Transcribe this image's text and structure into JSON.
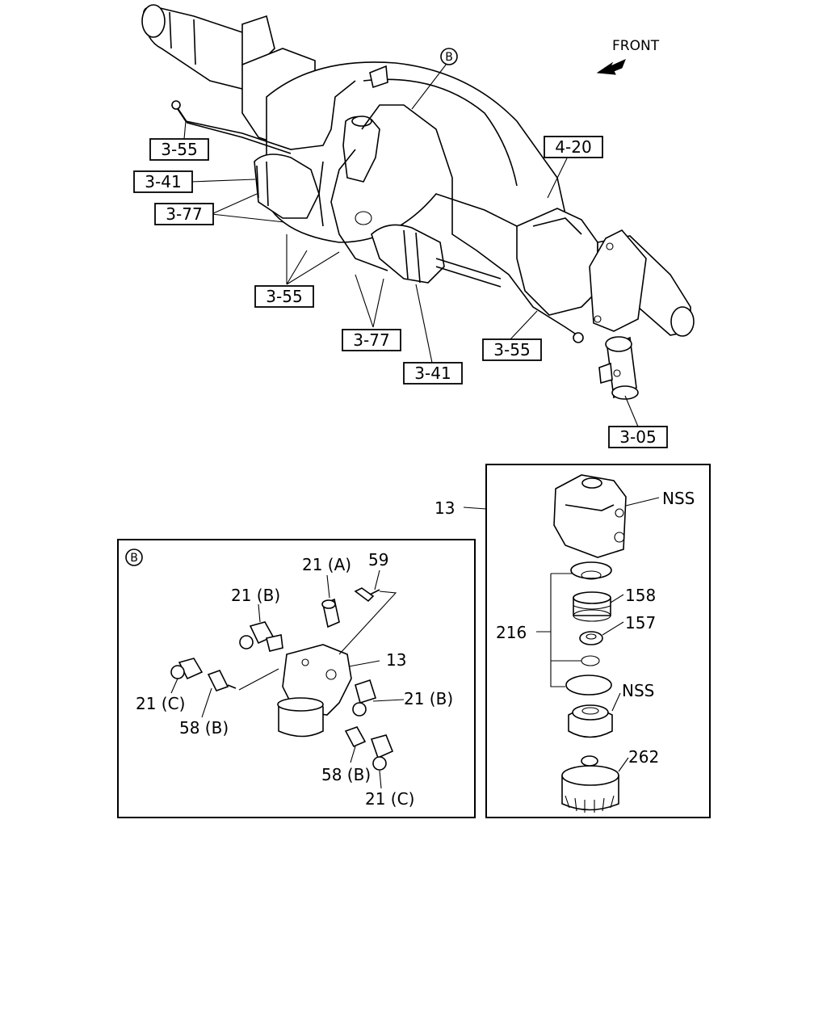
{
  "front_label": "FRONT",
  "callout_b": "B",
  "axle_refs": {
    "r1": "3-55",
    "r2": "3-41",
    "r3": "3-77",
    "r4": "3-55",
    "r5": "3-77",
    "r6": "3-41",
    "r7": "3-55",
    "r8": "4-20",
    "r9": "3-05"
  },
  "detail_b": {
    "marker": "B",
    "labels": {
      "a": "21 (A)",
      "b": "59",
      "c": "21 (B)",
      "d": "13",
      "e": "21 (C)",
      "f": "58 (B)",
      "g": "21 (B)",
      "h": "58 (B)",
      "i": "21 (C)"
    }
  },
  "valve_kit": {
    "ref": "13",
    "labels": {
      "nss_top": "NSS",
      "p158": "158",
      "p216": "216",
      "p157": "157",
      "nss_mid": "NSS",
      "p262": "262"
    }
  }
}
